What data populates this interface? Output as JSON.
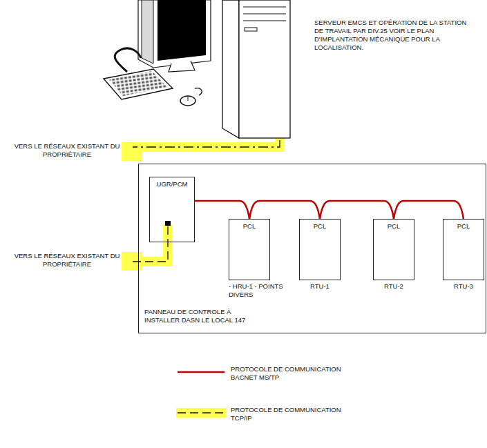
{
  "diagram": {
    "nodes": [
      {
        "text": [
          "PANNEAU DE CONTROLE À INSTALLER DASN LE LOCAL 147"
        ]
      },
      {
        "text": [
          "UGR/PCM"
        ],
        "in": 0
      },
      {
        "text": [
          "PCL",
          "- HRU-1 - POINTS DIVERS"
        ],
        "in": 0
      },
      {
        "text": [
          "PCL",
          "RTU-1"
        ],
        "in": 0
      },
      {
        "text": [
          "PCL",
          "RTU-2"
        ],
        "in": 0
      },
      {
        "text": [
          "PCL",
          "RTU-3"
        ],
        "in": 0
      }
    ],
    "edges": [
      {
        "from": 1,
        "to": 2,
        "arrow": "none"
      },
      {
        "from": 2,
        "to": 3,
        "arrow": "none"
      },
      {
        "from": 3,
        "to": 4,
        "arrow": "none"
      },
      {
        "from": 4,
        "to": 5,
        "arrow": "none"
      }
    ],
    "labels": [
      "SERVEUR EMCS ET OPÉRATION DE LA STATION DE TRAVAIL PAR DIV.25 VOIR LE PLAN D'IMPLANTATION MÉCANIQUE POUR LA LOCALISATION.",
      "VERS LE RÉSEAUX EXISTANT DU PROPRIÉTAIRE",
      "VERS LE RÉSEAUX EXISTANT DU PROPRIÉTAIRE"
    ],
    "legend": [
      {
        "text": "PROTOCOLE DE COMMUNICATION BACNET MS/TP",
        "color": "#c00000"
      },
      {
        "text": "PROTOCOLE DE COMMUNICATION TCP/IP",
        "color": "#ffff4d"
      }
    ]
  }
}
